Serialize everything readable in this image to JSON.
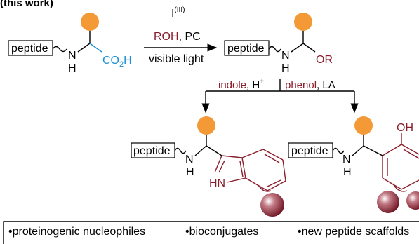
{
  "header": {
    "text": "(this work)"
  },
  "colors": {
    "orange": "#f39a37",
    "dark_red": "#8a1c2b",
    "blue": "#1a8fd6",
    "sphere": "#8f2b3a"
  },
  "start": {
    "peptide": "peptide",
    "nh_n": "N",
    "nh_h": "H",
    "acid_co": "CO",
    "acid_sub": "2",
    "acid_h": "H"
  },
  "conditions": {
    "reagent": "I",
    "reagent_sup": "(III)",
    "roh": "ROH",
    "pc": ", PC",
    "light": "visible light"
  },
  "intermediate": {
    "peptide": "peptide",
    "nh_n": "N",
    "nh_h": "H",
    "or": "OR"
  },
  "branch": {
    "indole": "indole",
    "indole_rest": ", H",
    "indole_sup": "+",
    "phenol": "phenol",
    "phenol_rest": ", LA"
  },
  "product_left": {
    "peptide": "peptide",
    "nh_n": "N",
    "nh_h": "H",
    "hn": "HN"
  },
  "product_right": {
    "peptide": "peptide",
    "nh_n": "N",
    "nh_h": "H",
    "oh": "OH"
  },
  "bullets": [
    "proteinogenic nucleophiles",
    "bioconjugates",
    "new peptide scaffolds"
  ]
}
